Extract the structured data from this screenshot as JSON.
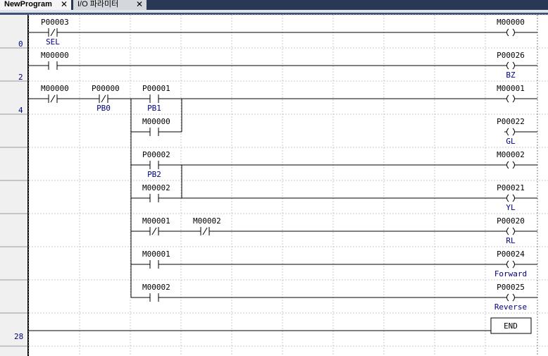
{
  "tabs": [
    {
      "label": "NewProgram",
      "close": "✕"
    },
    {
      "label": "I/O 파라미터",
      "close": "✕"
    }
  ],
  "step_numbers": [
    "0",
    "2",
    "4",
    "28"
  ],
  "end_label": "END",
  "contacts": [
    {
      "id": "c-p00003",
      "device": "P00003",
      "type": "NC",
      "comment": "SEL"
    },
    {
      "id": "c-m00000-r2",
      "device": "M00000",
      "type": "NO",
      "comment": ""
    },
    {
      "id": "c-m00000-r3",
      "device": "M00000",
      "type": "NC",
      "comment": ""
    },
    {
      "id": "c-p00000",
      "device": "P00000",
      "type": "NC",
      "comment": "PB0"
    },
    {
      "id": "c-p00001",
      "device": "P00001",
      "type": "NO",
      "comment": "PB1"
    },
    {
      "id": "c-m00000-br",
      "device": "M00000",
      "type": "NO",
      "comment": ""
    },
    {
      "id": "c-p00002",
      "device": "P00002",
      "type": "NO",
      "comment": "PB2"
    },
    {
      "id": "c-m00002-br",
      "device": "M00002",
      "type": "NO",
      "comment": ""
    },
    {
      "id": "c-m00001-nc",
      "device": "M00001",
      "type": "NC",
      "comment": ""
    },
    {
      "id": "c-m00002-nc",
      "device": "M00002",
      "type": "NC",
      "comment": ""
    },
    {
      "id": "c-m00001-no",
      "device": "M00001",
      "type": "NO",
      "comment": ""
    },
    {
      "id": "c-m00002-no",
      "device": "M00002",
      "type": "NO",
      "comment": ""
    }
  ],
  "coils": [
    {
      "id": "y-m00000",
      "device": "M00000",
      "comment": ""
    },
    {
      "id": "y-p00026",
      "device": "P00026",
      "comment": "BZ"
    },
    {
      "id": "y-m00001",
      "device": "M00001",
      "comment": ""
    },
    {
      "id": "y-p00022",
      "device": "P00022",
      "comment": "GL"
    },
    {
      "id": "y-m00002",
      "device": "M00002",
      "comment": ""
    },
    {
      "id": "y-p00021",
      "device": "P00021",
      "comment": "YL"
    },
    {
      "id": "y-p00020",
      "device": "P00020",
      "comment": "RL"
    },
    {
      "id": "y-p00024",
      "device": "P00024",
      "comment": "Forward"
    },
    {
      "id": "y-p00025",
      "device": "P00025",
      "comment": "Reverse"
    }
  ]
}
